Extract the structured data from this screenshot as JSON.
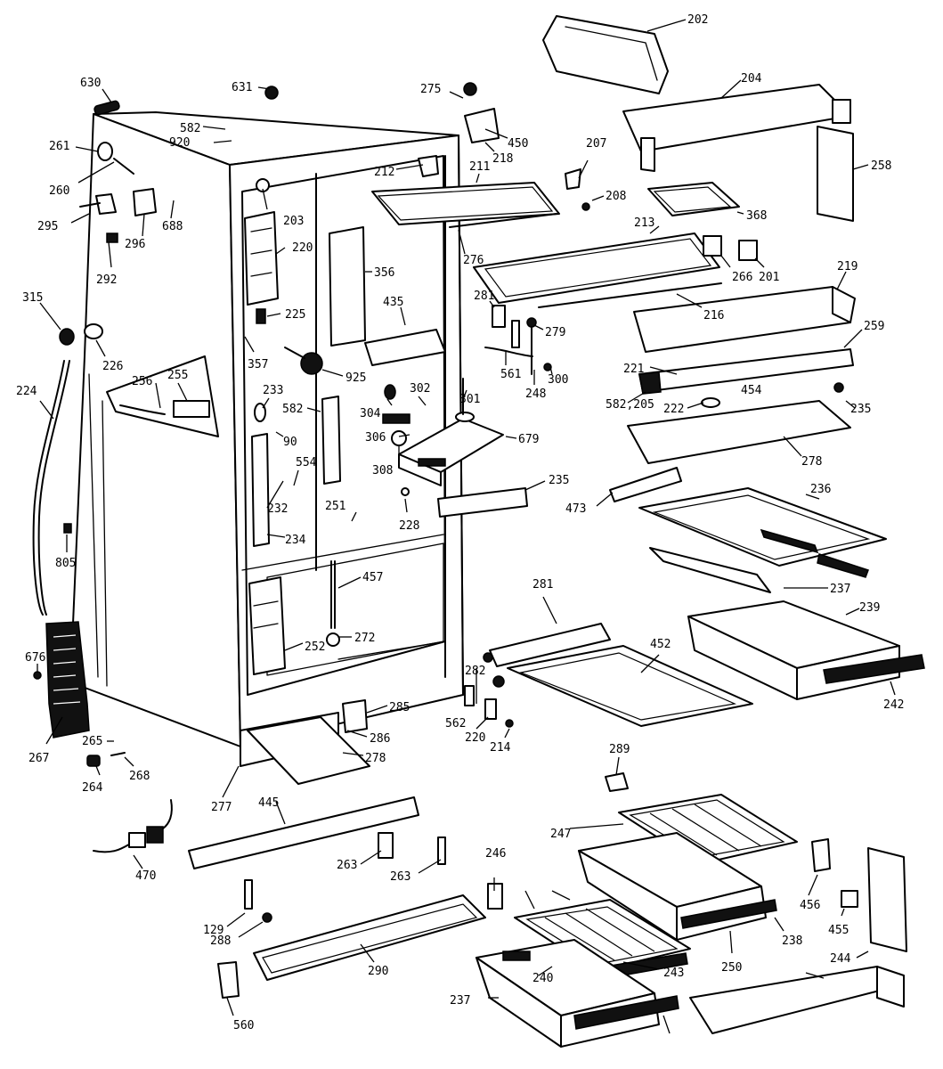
{
  "part_labels": [
    "630",
    "631",
    "582",
    "920",
    "261",
    "260",
    "295",
    "296",
    "688",
    "292",
    "315",
    "226",
    "224",
    "256",
    "255",
    "805",
    "676",
    "267",
    "265",
    "264",
    "268",
    "277",
    "445",
    "470",
    "203",
    "220",
    "225",
    "357",
    "356",
    "435",
    "925",
    "233",
    "582",
    "90",
    "554",
    "232",
    "234",
    "251",
    "457",
    "252",
    "272",
    "285",
    "286",
    "278",
    "263",
    "263",
    "129",
    "288",
    "290",
    "560",
    "275",
    "450",
    "218",
    "212",
    "211",
    "276",
    "281",
    "279",
    "561",
    "248",
    "300",
    "304",
    "302",
    "301",
    "306",
    "308",
    "679",
    "235",
    "228",
    "281",
    "452",
    "282",
    "562",
    "220",
    "214",
    "207",
    "208",
    "213",
    "216",
    "368",
    "266",
    "201",
    "202",
    "204",
    "258",
    "219",
    "259",
    "221",
    "582,205",
    "222",
    "454",
    "235",
    "278",
    "473",
    "236",
    "237",
    "239",
    "242",
    "289",
    "247",
    "246",
    "240",
    "243",
    "237",
    "250",
    "238",
    "456",
    "455",
    "244"
  ]
}
